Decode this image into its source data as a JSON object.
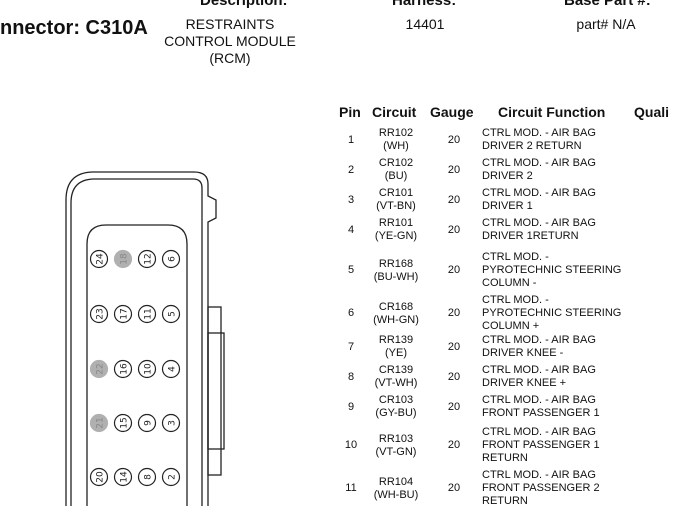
{
  "header": {
    "description_label": "Description:",
    "harness_label": "Harness:",
    "base_part_label": "Base Part #:",
    "connector": "nnector: C310A",
    "description": [
      "RESTRAINTS",
      "CONTROL MODULE",
      "(RCM)"
    ],
    "harness": "14401",
    "base_part": "part# N/A"
  },
  "table": {
    "headers": [
      "Pin",
      "Circuit",
      "Gauge",
      "Circuit Function",
      "Quali"
    ],
    "rows": [
      {
        "pin": "1",
        "circuit": [
          "RR102",
          "(WH)"
        ],
        "gauge": "20",
        "function": [
          "CTRL MOD. - AIR BAG",
          "DRIVER 2 RETURN"
        ]
      },
      {
        "pin": "2",
        "circuit": [
          "CR102",
          "(BU)"
        ],
        "gauge": "20",
        "function": [
          "CTRL MOD. - AIR BAG",
          "DRIVER 2"
        ]
      },
      {
        "pin": "3",
        "circuit": [
          "CR101",
          "(VT-BN)"
        ],
        "gauge": "20",
        "function": [
          "CTRL MOD. - AIR BAG",
          "DRIVER 1"
        ]
      },
      {
        "pin": "4",
        "circuit": [
          "RR101",
          "(YE-GN)"
        ],
        "gauge": "20",
        "function": [
          "CTRL MOD. - AIR BAG",
          "DRIVER 1RETURN"
        ]
      },
      {
        "pin": "5",
        "circuit": [
          "RR168",
          "(BU-WH)"
        ],
        "gauge": "20",
        "function": [
          "CTRL MOD. -",
          "PYROTECHNIC STEERING",
          "COLUMN -"
        ]
      },
      {
        "pin": "6",
        "circuit": [
          "CR168",
          "(WH-GN)"
        ],
        "gauge": "20",
        "function": [
          "CTRL MOD. -",
          "PYROTECHNIC STEERING",
          "COLUMN +"
        ]
      },
      {
        "pin": "7",
        "circuit": [
          "RR139",
          "(YE)"
        ],
        "gauge": "20",
        "function": [
          "CTRL MOD. - AIR BAG",
          "DRIVER KNEE -"
        ]
      },
      {
        "pin": "8",
        "circuit": [
          "CR139",
          "(VT-WH)"
        ],
        "gauge": "20",
        "function": [
          "CTRL MOD. - AIR BAG",
          "DRIVER KNEE +"
        ]
      },
      {
        "pin": "9",
        "circuit": [
          "CR103",
          "(GY-BU)"
        ],
        "gauge": "20",
        "function": [
          "CTRL MOD. - AIR BAG",
          "FRONT PASSENGER 1"
        ]
      },
      {
        "pin": "10",
        "circuit": [
          "RR103",
          "(VT-GN)"
        ],
        "gauge": "20",
        "function": [
          "CTRL MOD. - AIR BAG",
          "FRONT PASSENGER 1",
          "RETURN"
        ]
      },
      {
        "pin": "11",
        "circuit": [
          "RR104",
          "(WH-BU)"
        ],
        "gauge": "20",
        "function": [
          "CTRL MOD. - AIR BAG",
          "FRONT PASSENGER 2",
          "RETURN"
        ]
      }
    ]
  },
  "connector_pins": {
    "grid": [
      [
        "24",
        "18",
        "12",
        "6"
      ],
      [
        "23",
        "17",
        "11",
        "5"
      ],
      [
        "22",
        "16",
        "10",
        "4"
      ],
      [
        "21",
        "15",
        "9",
        "3"
      ],
      [
        "20",
        "14",
        "8",
        "2"
      ]
    ],
    "unused_pins": [
      "18",
      "22",
      "21"
    ],
    "unused_color": "#b0b0b0"
  }
}
